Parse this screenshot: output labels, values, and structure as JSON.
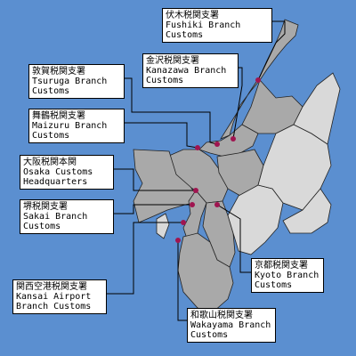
{
  "colors": {
    "sea": "#5b8fd0",
    "region": "#a9a9a9",
    "land": "#d9d9d9",
    "marker": "#a01550",
    "border": "#222222",
    "label_bg": "#ffffff"
  },
  "offices": [
    {
      "id": "fushiki",
      "ja": "伏木税関支署",
      "en1": "Fushiki Branch",
      "en2": "Customs"
    },
    {
      "id": "kanazawa",
      "ja": "金沢税関支署",
      "en1": "Kanazawa Branch",
      "en2": "Customs"
    },
    {
      "id": "tsuruga",
      "ja": "敦賀税関支署",
      "en1": "Tsuruga Branch",
      "en2": "Customs"
    },
    {
      "id": "maizuru",
      "ja": "舞鶴税関支署",
      "en1": "Maizuru Branch",
      "en2": "Customs"
    },
    {
      "id": "osaka",
      "ja": "大阪税関本関",
      "en1": "Osaka Customs",
      "en2": "Headquarters"
    },
    {
      "id": "sakai",
      "ja": "堺税関支署",
      "en1": "Sakai Branch",
      "en2": "Customs"
    },
    {
      "id": "kansai",
      "ja": "関西空港税関支署",
      "en1": "Kansai Airport",
      "en2": "Branch Customs"
    },
    {
      "id": "wakayama",
      "ja": "和歌山税関支署",
      "en1": "Wakayama Branch",
      "en2": "Customs"
    },
    {
      "id": "kyoto",
      "ja": "京都税関支署",
      "en1": "Kyoto Branch",
      "en2": "Customs"
    }
  ]
}
